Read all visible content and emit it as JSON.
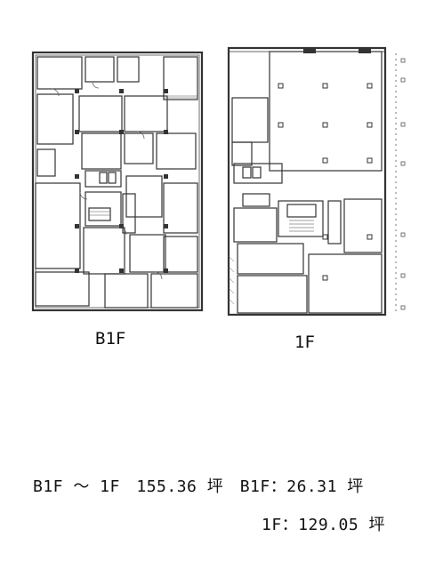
{
  "floors": [
    {
      "id": "b1",
      "label": "B1F"
    },
    {
      "id": "1f",
      "label": "1F"
    }
  ],
  "areas": {
    "total": "B1F ～ 1F　155.36 坪",
    "b1": "B1F：26.31 坪",
    "f1": "1F：129.05 坪"
  },
  "colors": {
    "ink": "#222222",
    "paper": "#ffffff"
  }
}
